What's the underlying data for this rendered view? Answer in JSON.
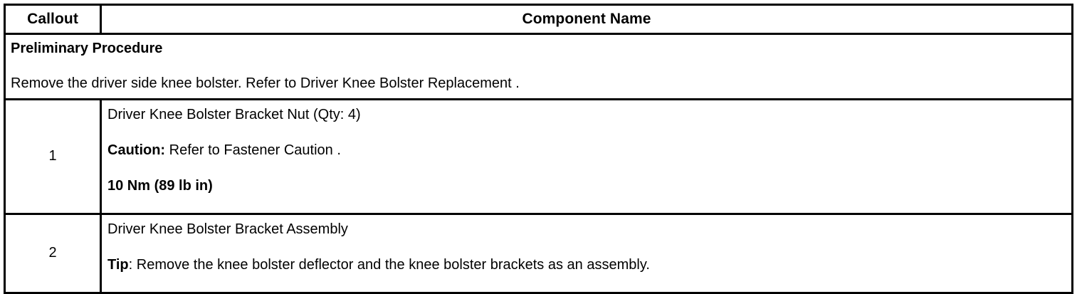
{
  "table": {
    "columns": [
      {
        "key": "callout",
        "header": "Callout"
      },
      {
        "key": "component_name",
        "header": "Component Name"
      }
    ],
    "preliminary": {
      "title": "Preliminary Procedure",
      "text": "Remove the driver side knee bolster. Refer to Driver Knee Bolster Replacement ."
    },
    "rows": [
      {
        "callout": "1",
        "name": "Driver Knee Bolster Bracket Nut (Qty: 4)",
        "caution_label": "Caution:",
        "caution_text": " Refer to Fastener Caution .",
        "torque": "10 Nm (89 lb in)"
      },
      {
        "callout": "2",
        "name": "Driver Knee Bolster Bracket Assembly",
        "tip_label": "Tip",
        "tip_text": ": Remove the knee bolster deflector and the knee bolster brackets as an assembly."
      }
    ]
  },
  "style": {
    "border_color": "#000000",
    "text_color": "#000000",
    "background": "#ffffff"
  }
}
